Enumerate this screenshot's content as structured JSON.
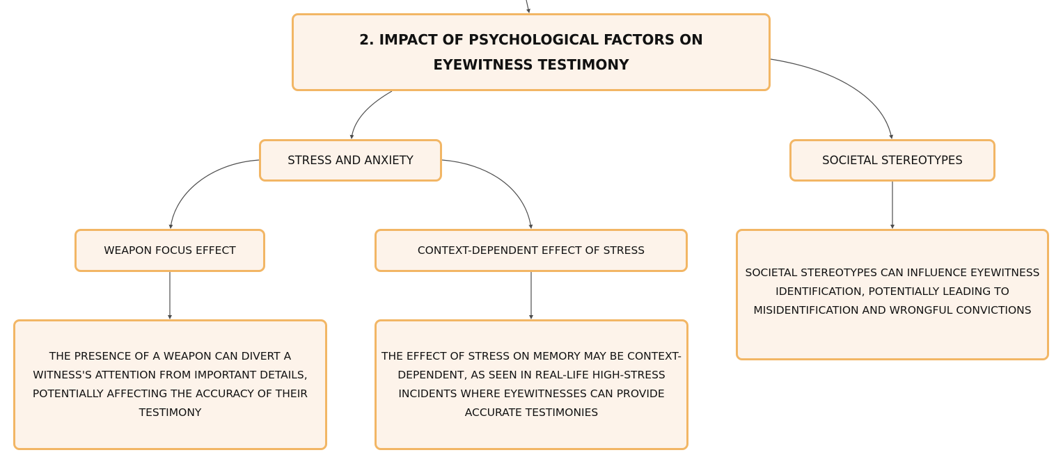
{
  "colors": {
    "node_fill": "#fdf3ea",
    "node_border": "#f2b665",
    "connector": "#4d4d4d",
    "text": "#111111"
  },
  "diagram": {
    "root": {
      "title": "2. IMPACT OF PSYCHOLOGICAL FACTORS ON EYEWITNESS TESTIMONY"
    },
    "stress": {
      "label": "STRESS AND ANXIETY",
      "weapon_focus": {
        "label": "WEAPON FOCUS EFFECT",
        "detail": "THE PRESENCE OF A WEAPON CAN DIVERT A WITNESS'S ATTENTION FROM IMPORTANT DETAILS, POTENTIALLY AFFECTING THE ACCURACY OF THEIR TESTIMONY"
      },
      "context_dependent": {
        "label": "CONTEXT-DEPENDENT EFFECT OF STRESS",
        "detail": "THE EFFECT OF STRESS ON MEMORY MAY BE CONTEXT-DEPENDENT, AS SEEN IN REAL-LIFE HIGH-STRESS INCIDENTS WHERE EYEWITNESSES CAN PROVIDE ACCURATE TESTIMONIES"
      }
    },
    "societal": {
      "label": "SOCIETAL STEREOTYPES",
      "detail": "SOCIETAL STEREOTYPES CAN INFLUENCE EYEWITNESS IDENTIFICATION, POTENTIALLY LEADING TO MISIDENTIFICATION AND WRONGFUL CONVICTIONS"
    }
  }
}
